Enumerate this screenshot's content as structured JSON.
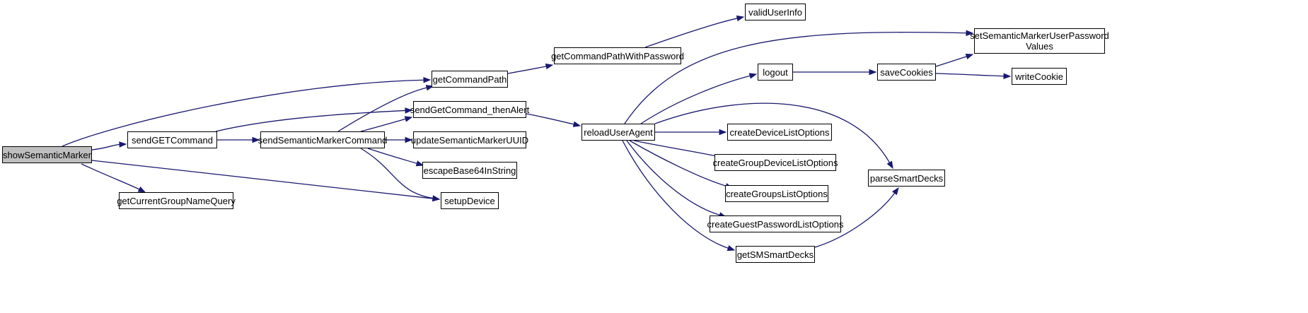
{
  "colors": {
    "edge": "#191970",
    "node_border": "#000000",
    "node_fill": "#ffffff",
    "root_fill": "#bfbfbf"
  },
  "nodes": [
    {
      "id": "showSemanticMarker",
      "label": "showSemanticMarker",
      "root": true
    },
    {
      "id": "sendGETCommand",
      "label": "sendGETCommand"
    },
    {
      "id": "getCurrentGroupNameQuery",
      "label": "getCurrentGroupNameQuery"
    },
    {
      "id": "sendSemanticMarkerCommand",
      "label": "sendSemanticMarkerCommand"
    },
    {
      "id": "getCommandPath",
      "label": "getCommandPath"
    },
    {
      "id": "sendGetCommand_thenAlert",
      "label": "sendGetCommand_thenAlert"
    },
    {
      "id": "updateSemanticMarkerUUID",
      "label": "updateSemanticMarkerUUID"
    },
    {
      "id": "escapeBase64InString",
      "label": "escapeBase64InString"
    },
    {
      "id": "setupDevice",
      "label": "setupDevice"
    },
    {
      "id": "getCommandPathWithPassword",
      "label": "getCommandPathWithPassword"
    },
    {
      "id": "validUserInfo",
      "label": "validUserInfo"
    },
    {
      "id": "reloadUserAgent",
      "label": "reloadUserAgent"
    },
    {
      "id": "logout",
      "label": "logout"
    },
    {
      "id": "createDeviceListOptions",
      "label": "createDeviceListOptions"
    },
    {
      "id": "createGroupDeviceListOptions",
      "label": "createGroupDeviceListOptions"
    },
    {
      "id": "createGroupsListOptions",
      "label": "createGroupsListOptions"
    },
    {
      "id": "createGuestPasswordListOptions",
      "label": "createGuestPasswordListOptions"
    },
    {
      "id": "getSMSmartDecks",
      "label": "getSMSmartDecks"
    },
    {
      "id": "saveCookies",
      "label": "saveCookies"
    },
    {
      "id": "parseSmartDecks",
      "label": "parseSmartDecks"
    },
    {
      "id": "setSemanticMarkerUserPasswordValues",
      "label": "setSemanticMarkerUserPassword\nValues"
    },
    {
      "id": "writeCookie",
      "label": "writeCookie"
    }
  ],
  "edges": [
    {
      "from": "showSemanticMarker",
      "to": "getCommandPath"
    },
    {
      "from": "showSemanticMarker",
      "to": "sendGETCommand"
    },
    {
      "from": "showSemanticMarker",
      "to": "getCurrentGroupNameQuery"
    },
    {
      "from": "showSemanticMarker",
      "to": "setupDevice"
    },
    {
      "from": "sendGETCommand",
      "to": "sendGetCommand_thenAlert"
    },
    {
      "from": "sendGETCommand",
      "to": "sendSemanticMarkerCommand"
    },
    {
      "from": "sendSemanticMarkerCommand",
      "to": "getCommandPath"
    },
    {
      "from": "sendSemanticMarkerCommand",
      "to": "sendGetCommand_thenAlert"
    },
    {
      "from": "sendSemanticMarkerCommand",
      "to": "updateSemanticMarkerUUID"
    },
    {
      "from": "sendSemanticMarkerCommand",
      "to": "escapeBase64InString"
    },
    {
      "from": "sendSemanticMarkerCommand",
      "to": "setupDevice"
    },
    {
      "from": "getCommandPath",
      "to": "getCommandPathWithPassword"
    },
    {
      "from": "getCommandPathWithPassword",
      "to": "validUserInfo"
    },
    {
      "from": "sendGetCommand_thenAlert",
      "to": "reloadUserAgent"
    },
    {
      "from": "reloadUserAgent",
      "to": "setSemanticMarkerUserPasswordValues"
    },
    {
      "from": "reloadUserAgent",
      "to": "logout"
    },
    {
      "from": "reloadUserAgent",
      "to": "parseSmartDecks"
    },
    {
      "from": "reloadUserAgent",
      "to": "createDeviceListOptions"
    },
    {
      "from": "reloadUserAgent",
      "to": "createGroupDeviceListOptions"
    },
    {
      "from": "reloadUserAgent",
      "to": "createGroupsListOptions"
    },
    {
      "from": "reloadUserAgent",
      "to": "createGuestPasswordListOptions"
    },
    {
      "from": "reloadUserAgent",
      "to": "getSMSmartDecks"
    },
    {
      "from": "logout",
      "to": "saveCookies"
    },
    {
      "from": "saveCookies",
      "to": "setSemanticMarkerUserPasswordValues"
    },
    {
      "from": "saveCookies",
      "to": "writeCookie"
    },
    {
      "from": "getSMSmartDecks",
      "to": "parseSmartDecks"
    }
  ]
}
